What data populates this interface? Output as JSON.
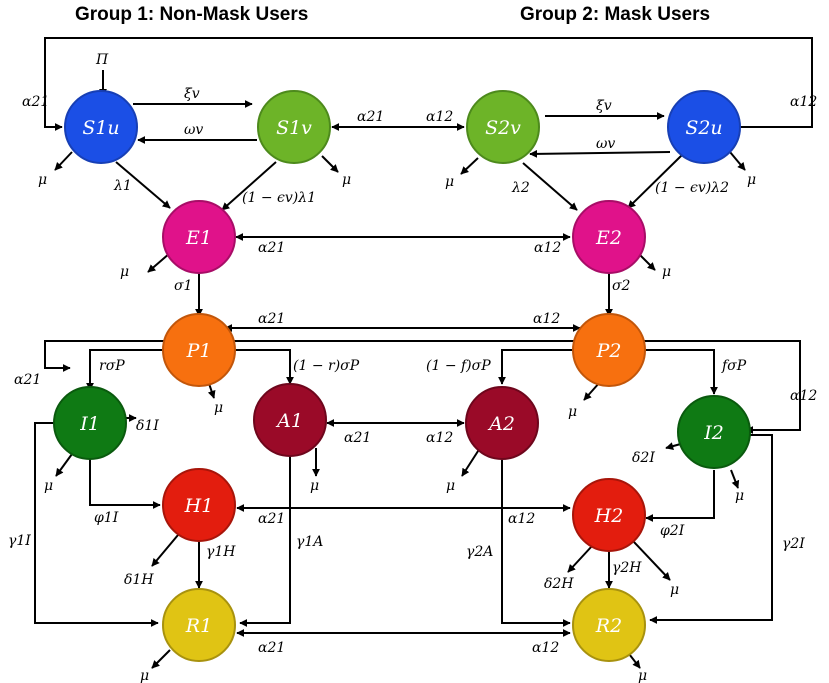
{
  "titles": {
    "group1": "Group 1: Non-Mask Users",
    "group2": "Group 2: Mask Users"
  },
  "nodes": {
    "S1u": {
      "label": "S1u",
      "color": "#1b4fe6",
      "stroke": "#173fb5"
    },
    "S1v": {
      "label": "S1v",
      "color": "#6db428",
      "stroke": "#4d8a1c"
    },
    "S2v": {
      "label": "S2v",
      "color": "#6db428",
      "stroke": "#4d8a1c"
    },
    "S2u": {
      "label": "S2u",
      "color": "#1b4fe6",
      "stroke": "#173fb5"
    },
    "E1": {
      "label": "E1",
      "color": "#e0128a",
      "stroke": "#a80d67"
    },
    "E2": {
      "label": "E2",
      "color": "#e0128a",
      "stroke": "#a80d67"
    },
    "P1": {
      "label": "P1",
      "color": "#f7700f",
      "stroke": "#c2560a"
    },
    "P2": {
      "label": "P2",
      "color": "#f7700f",
      "stroke": "#c2560a"
    },
    "I1": {
      "label": "I1",
      "color": "#0f7a14",
      "stroke": "#0a5a0e"
    },
    "I2": {
      "label": "I2",
      "color": "#0f7a14",
      "stroke": "#0a5a0e"
    },
    "A1": {
      "label": "A1",
      "color": "#9a0a28",
      "stroke": "#6e061c"
    },
    "A2": {
      "label": "A2",
      "color": "#9a0a28",
      "stroke": "#6e061c"
    },
    "H1": {
      "label": "H1",
      "color": "#e31d0e",
      "stroke": "#a8150a"
    },
    "H2": {
      "label": "H2",
      "color": "#e31d0e",
      "stroke": "#a8150a"
    },
    "R1": {
      "label": "R1",
      "color": "#e0c414",
      "stroke": "#a8920e"
    },
    "R2": {
      "label": "R2",
      "color": "#e0c414",
      "stroke": "#a8920e"
    }
  },
  "labels": {
    "Pi": "Π",
    "alpha21": "α21",
    "alpha12": "α12",
    "xi_v": "ξv",
    "omega_v": "ωv",
    "mu": "μ",
    "lambda1": "λ1",
    "lambda2": "λ2",
    "eps_lambda1": "(1 − ϵv)λ1",
    "eps_lambda2": "(1 − ϵv)λ2",
    "sigma1": "σ1",
    "sigma2": "σ2",
    "r_sigmaP": "rσP",
    "one_minus_r_sigmaP": "(1 − r)σP",
    "one_minus_f_sigmaP": "(1 − f)σP",
    "f_sigmaP": "fσP",
    "delta1I": "δ1I",
    "delta2I": "δ2I",
    "delta1H": "δ1H",
    "delta2H": "δ2H",
    "phi1I": "φ1I",
    "phi2I": "φ2I",
    "gamma1I": "γ1I",
    "gamma2I": "γ2I",
    "gamma1H": "γ1H",
    "gamma2H": "γ2H",
    "gamma1A": "γ1A",
    "gamma2A": "γ2A"
  }
}
